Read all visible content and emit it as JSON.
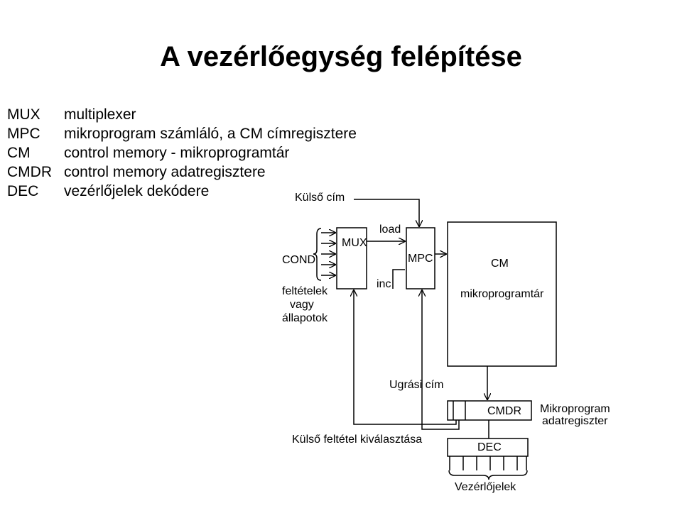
{
  "title": "A vezérlőegység felépítése",
  "abbreviations": [
    {
      "key": "MUX",
      "value": "multiplexer"
    },
    {
      "key": "MPC",
      "value": "mikroprogram számláló, a CM címregisztere"
    },
    {
      "key": "CM",
      "value": "control memory - mikroprogramtár"
    },
    {
      "key": "CMDR",
      "value": "control memory adatregisztere"
    },
    {
      "key": "DEC",
      "value": "vezérlőjelek dekódere"
    }
  ],
  "diagram": {
    "kulso_cim": "Külső cím",
    "mux": "MUX",
    "load": "load",
    "inc": "inc",
    "mpc": "MPC",
    "cond": "COND",
    "feltetelek": "feltételek",
    "vagy": "vagy",
    "allapotok": "állapotok",
    "cm": "CM",
    "mikroprogramtar": "mikroprogramtár",
    "ugrasi_cim": "Ugrási cím",
    "cmdr": "CMDR",
    "mikroprogram": "Mikroprogram",
    "adatregiszter": "adatregiszter",
    "kulso_feltetel": "Külső feltétel kiválasztása",
    "dec": "DEC",
    "vezerlojelek": "Vezérlőjelek"
  }
}
